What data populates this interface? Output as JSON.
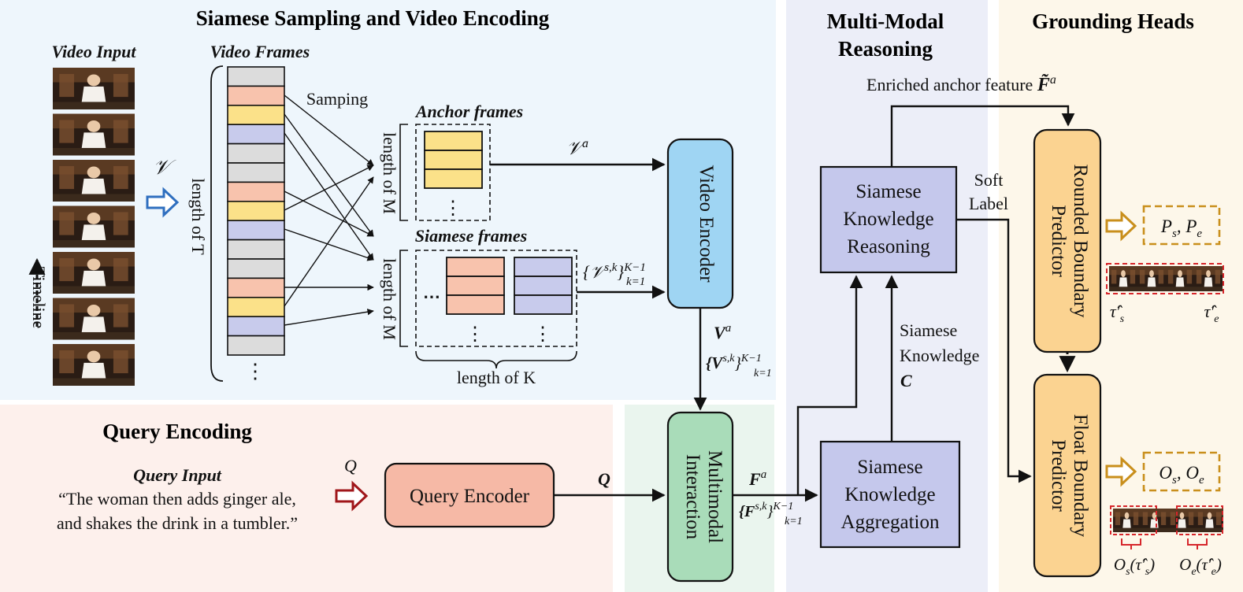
{
  "sections": {
    "sampling": "Siamese Sampling and Video Encoding",
    "query": "Query Encoding",
    "reasoning_line1": "Multi-Modal",
    "reasoning_line2": "Reasoning",
    "heads": "Grounding Heads"
  },
  "video_input": {
    "title": "Video Input",
    "frame_count": 7,
    "symbol": "𝒱",
    "timeline": "Timeline"
  },
  "video_frames": {
    "title": "Video Frames",
    "length_label": "length of  T",
    "sampling_label": "Samping",
    "ellipsis": "⋮",
    "cell_colors": [
      "gray",
      "orange",
      "yellow",
      "purple",
      "gray",
      "gray",
      "orange",
      "yellow",
      "purple",
      "gray",
      "gray",
      "orange",
      "yellow",
      "purple",
      "gray"
    ]
  },
  "anchor": {
    "title": "Anchor frames",
    "length_label": "length of  M",
    "symbol_base": "𝒱",
    "symbol_sup": "a"
  },
  "siamese": {
    "title": "Siamese frames",
    "length_m": "length of  M",
    "length_k": "length of  K",
    "dots": "⋯",
    "ellipsis": "⋮",
    "symbol": "{𝒱",
    "symbol_sup": "s,k",
    "symbol_sup2": "K−1",
    "symbol_sub": "k=1"
  },
  "video_encoder": {
    "label": "Video Encoder",
    "out_va": "V",
    "out_va_sup": "a",
    "out_vs": "{V",
    "out_vs_sup": "s,k",
    "out_vs_sup2": "K−1",
    "out_vs_sub": "k=1"
  },
  "query_input": {
    "title": "Query Input",
    "line1": "“The woman then adds ginger ale,",
    "line2": "and shakes the drink in a tumbler.”",
    "symbol": "Q"
  },
  "query_encoder": {
    "label": "Query Encoder",
    "out": "Q"
  },
  "multimodal": {
    "line1": "Multimodal",
    "line2": "Interaction",
    "out_fa": "F",
    "out_fa_sup": "a",
    "out_fs": "{F",
    "out_fs_sup": "s,k",
    "out_fs_sup2": "K−1",
    "out_fs_sub": "k=1"
  },
  "skr": {
    "line1": "Siamese",
    "line2": "Knowledge",
    "line3": "Reasoning"
  },
  "ska": {
    "line1": "Siamese",
    "line2": "Knowledge",
    "line3": "Aggregation"
  },
  "siamese_knowledge": {
    "line1": "Siamese",
    "line2": "Knowledge",
    "symbol": "C"
  },
  "soft_label": {
    "line1": "Soft",
    "line2": "Label"
  },
  "enriched": {
    "text": "Enriched anchor feature ",
    "symbol": "F̃",
    "sup": "a"
  },
  "rounded": {
    "line1": "Rounded Boundary",
    "line2": "Predictor",
    "out": "P",
    "out_s": "s",
    "out_e": "e",
    "tau_s": "τ̂′",
    "tau_s_sub": "s",
    "tau_e": "τ̂′",
    "tau_e_sub": "e"
  },
  "float": {
    "line1": "Float Boundary",
    "line2": "Predictor",
    "out": "O",
    "out_s": "s",
    "out_e": "e",
    "os_label": "O",
    "os_label_sub": "s",
    "os_arg": "(τ̂′",
    "os_arg_sub": "s",
    "oe_label": "O",
    "oe_label_sub": "e",
    "oe_arg": "(τ̂′",
    "oe_arg_sub": "e"
  },
  "colors": {
    "sampling_title": "#2aa3dc",
    "query_title": "#e8674a",
    "reasoning_title": "#5865b4",
    "heads_title": "#f0a81a",
    "video_encoder": "#9fd5f3",
    "query_encoder": "#f6b9a6",
    "multimodal": "#a9dcb9",
    "knowledge": "#c5c8ec",
    "predictor": "#fbd391",
    "orange_cell": "#f8c3ad",
    "yellow_cell": "#fbe189",
    "purple_cell": "#c8cbec",
    "gray_cell": "#dcdcdc",
    "blue_arrow": "#2f6fbf",
    "red_arrow": "#a0161a",
    "gold_arrow": "#c98f1c"
  }
}
